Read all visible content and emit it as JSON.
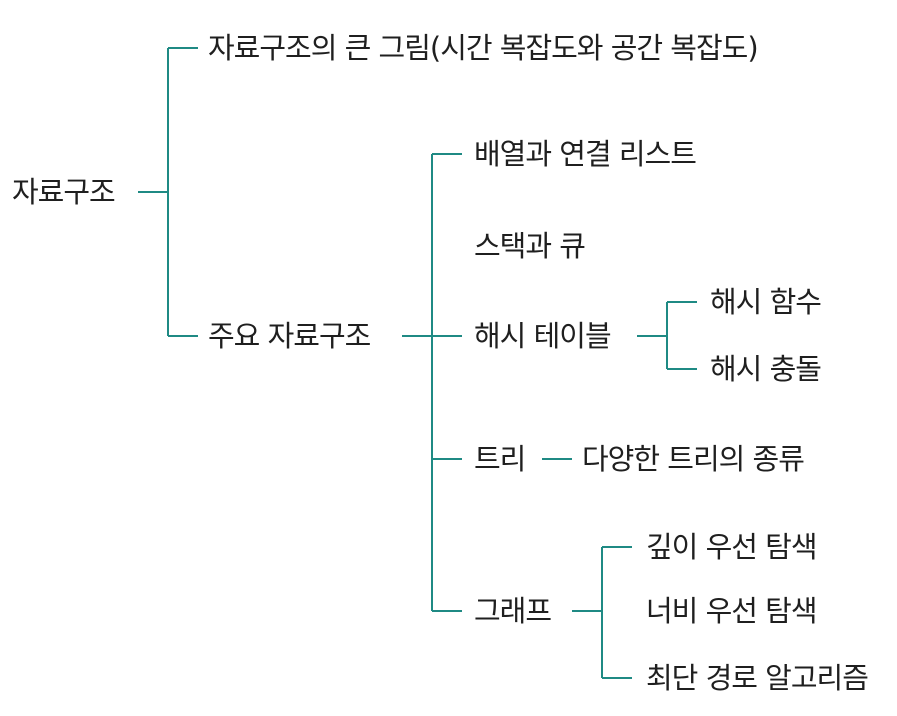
{
  "colors": {
    "connector": "#1f8a84",
    "text": "#1f1f1f",
    "background": "#ffffff"
  },
  "tree": {
    "root": "자료구조",
    "overview": "자료구조의 큰 그림(시간 복잡도와 공간 복잡도)",
    "main": {
      "label": "주요 자료구조",
      "array_list": "배열과 연결 리스트",
      "stack_queue": "스택과 큐",
      "hash_table": {
        "label": "해시 테이블",
        "hash_function": "해시 함수",
        "hash_collision": "해시 충돌"
      },
      "tree": {
        "label": "트리",
        "tree_types": "다양한 트리의 종류"
      },
      "graph": {
        "label": "그래프",
        "dfs": "깊이 우선 탐색",
        "bfs": "너비 우선 탐색",
        "shortest_path": "최단 경로 알고리즘"
      }
    }
  }
}
